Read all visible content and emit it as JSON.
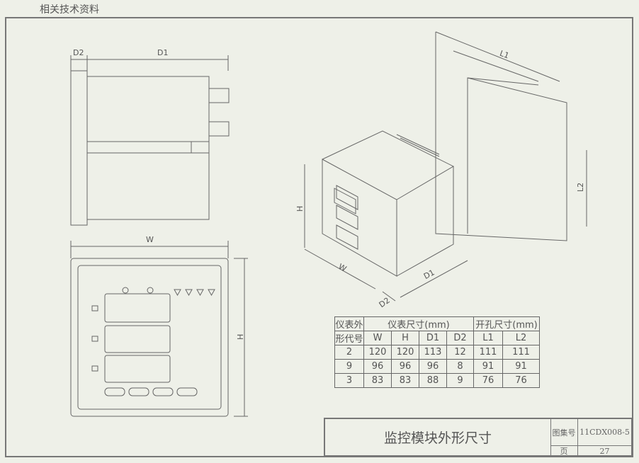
{
  "header": "相关技术资料",
  "side_view": {
    "d2": "D2",
    "d1": "D1"
  },
  "front_view": {
    "w": "W",
    "h": "H"
  },
  "iso_view": {
    "l1": "L1",
    "l2": "L2",
    "h": "H",
    "w": "W",
    "d1": "D1",
    "d2": "D2"
  },
  "table": {
    "head1": [
      "仪表外",
      "仪表尺寸(mm)",
      "开孔尺寸(mm)"
    ],
    "head2": [
      "形代号",
      "W",
      "H",
      "D1",
      "D2",
      "L1",
      "L2"
    ],
    "rows": [
      [
        "2",
        "120",
        "120",
        "113",
        "12",
        "111",
        "111"
      ],
      [
        "9",
        "96",
        "96",
        "96",
        "8",
        "91",
        "91"
      ],
      [
        "3",
        "83",
        "83",
        "88",
        "9",
        "76",
        "76"
      ]
    ]
  },
  "title_block": {
    "title": "监控模块外形尺寸",
    "atlas_label": "图集号",
    "atlas_no": "11CDX008-5",
    "page_label": "页",
    "page_no": "27"
  }
}
